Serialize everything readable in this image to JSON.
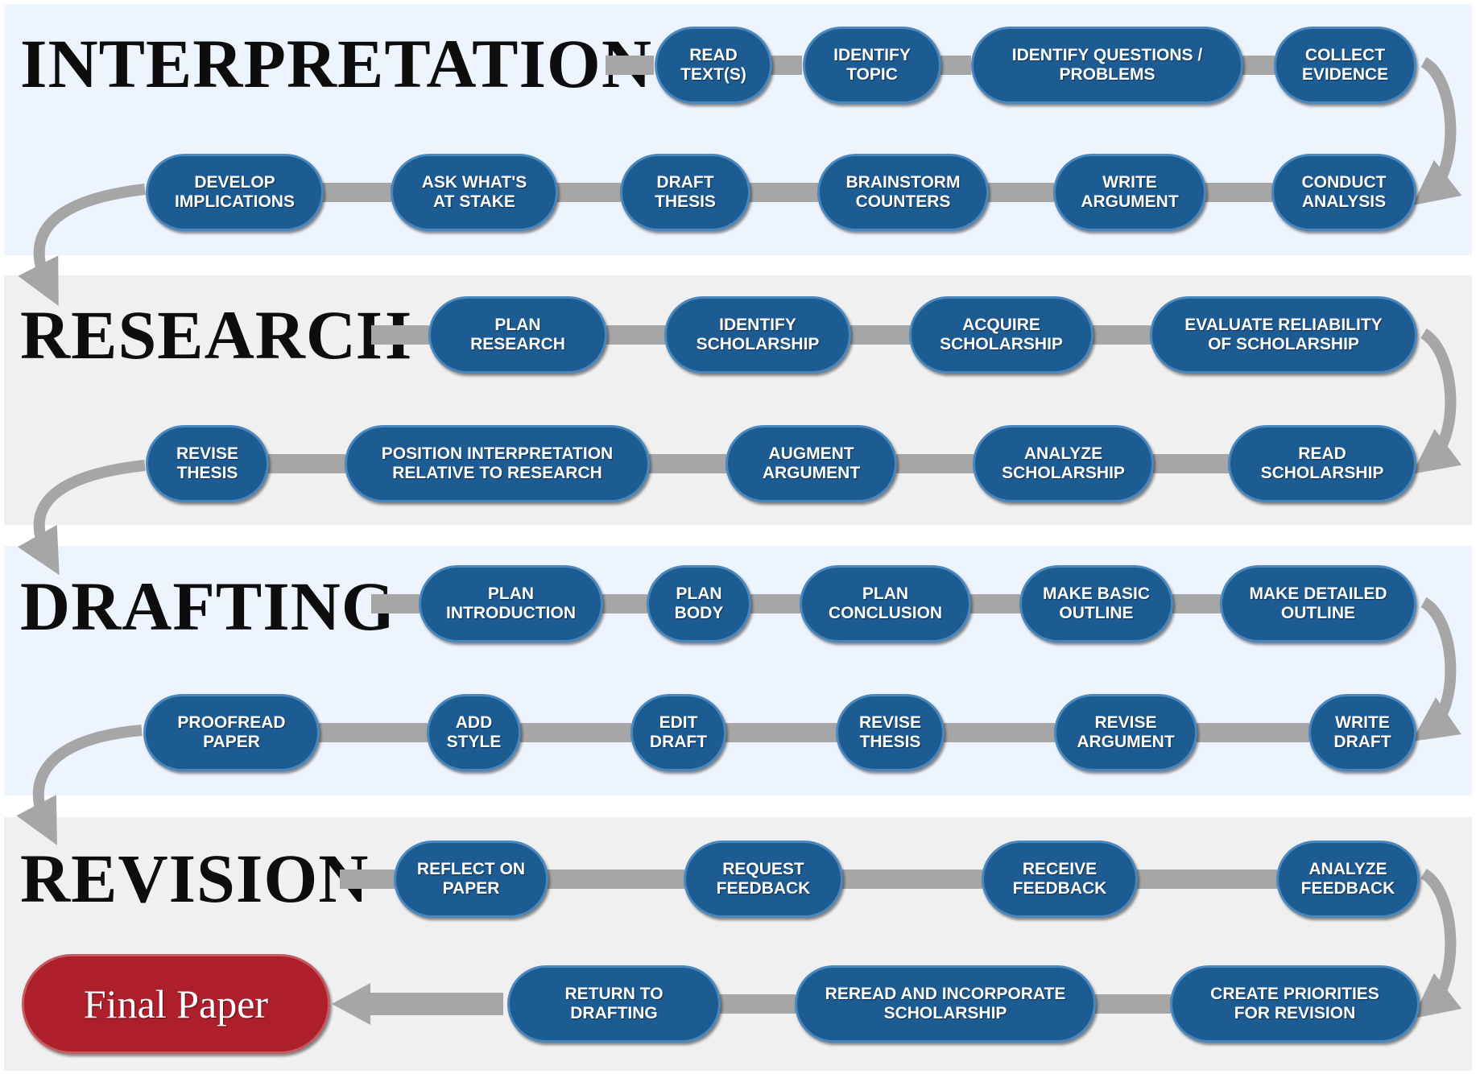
{
  "sections": [
    {
      "title": "INTERPRETATION",
      "row1": [
        {
          "label": "READ\nTEXT(S)"
        },
        {
          "label": "IDENTIFY\nTOPIC"
        },
        {
          "label": "IDENTIFY QUESTIONS /\nPROBLEMS"
        },
        {
          "label": "COLLECT\nEVIDENCE"
        }
      ],
      "row2": [
        {
          "label": "DEVELOP\nIMPLICATIONS"
        },
        {
          "label": "ASK WHAT'S\nAT STAKE"
        },
        {
          "label": "DRAFT\nTHESIS"
        },
        {
          "label": "BRAINSTORM\nCOUNTERS"
        },
        {
          "label": "WRITE\nARGUMENT"
        },
        {
          "label": "CONDUCT\nANALYSIS"
        }
      ]
    },
    {
      "title": "RESEARCH",
      "row1": [
        {
          "label": "PLAN\nRESEARCH"
        },
        {
          "label": "IDENTIFY\nSCHOLARSHIP"
        },
        {
          "label": "ACQUIRE\nSCHOLARSHIP"
        },
        {
          "label": "EVALUATE RELIABILITY\nOF SCHOLARSHIP"
        }
      ],
      "row2": [
        {
          "label": "REVISE\nTHESIS"
        },
        {
          "label": "POSITION INTERPRETATION\nRELATIVE TO RESEARCH"
        },
        {
          "label": "AUGMENT\nARGUMENT"
        },
        {
          "label": "ANALYZE\nSCHOLARSHIP"
        },
        {
          "label": "READ\nSCHOLARSHIP"
        }
      ]
    },
    {
      "title": "DRAFTING",
      "row1": [
        {
          "label": "PLAN\nINTRODUCTION"
        },
        {
          "label": "PLAN\nBODY"
        },
        {
          "label": "PLAN\nCONCLUSION"
        },
        {
          "label": "MAKE BASIC\nOUTLINE"
        },
        {
          "label": "MAKE DETAILED\nOUTLINE"
        }
      ],
      "row2": [
        {
          "label": "PROOFREAD\nPAPER"
        },
        {
          "label": "ADD\nSTYLE"
        },
        {
          "label": "EDIT\nDRAFT"
        },
        {
          "label": "REVISE\nTHESIS"
        },
        {
          "label": "REVISE\nARGUMENT"
        },
        {
          "label": "WRITE\nDRAFT"
        }
      ]
    },
    {
      "title": "REVISION",
      "row1": [
        {
          "label": "REFLECT ON\nPAPER"
        },
        {
          "label": "REQUEST\nFEEDBACK"
        },
        {
          "label": "RECEIVE\nFEEDBACK"
        },
        {
          "label": "ANALYZE\nFEEDBACK"
        }
      ],
      "row2": [
        {
          "label": "RETURN TO\nDRAFTING"
        },
        {
          "label": "REREAD AND INCORPORATE\nSCHOLARSHIP"
        },
        {
          "label": "CREATE PRIORITIES\nFOR REVISION"
        }
      ]
    }
  ],
  "final": {
    "label": "Final Paper"
  },
  "colors": {
    "step": "#1d5b93",
    "final": "#ae1f2c",
    "connector": "#a6a6a6",
    "band_blue": "#eef4fd",
    "band_gray": "#f0f0f0"
  }
}
